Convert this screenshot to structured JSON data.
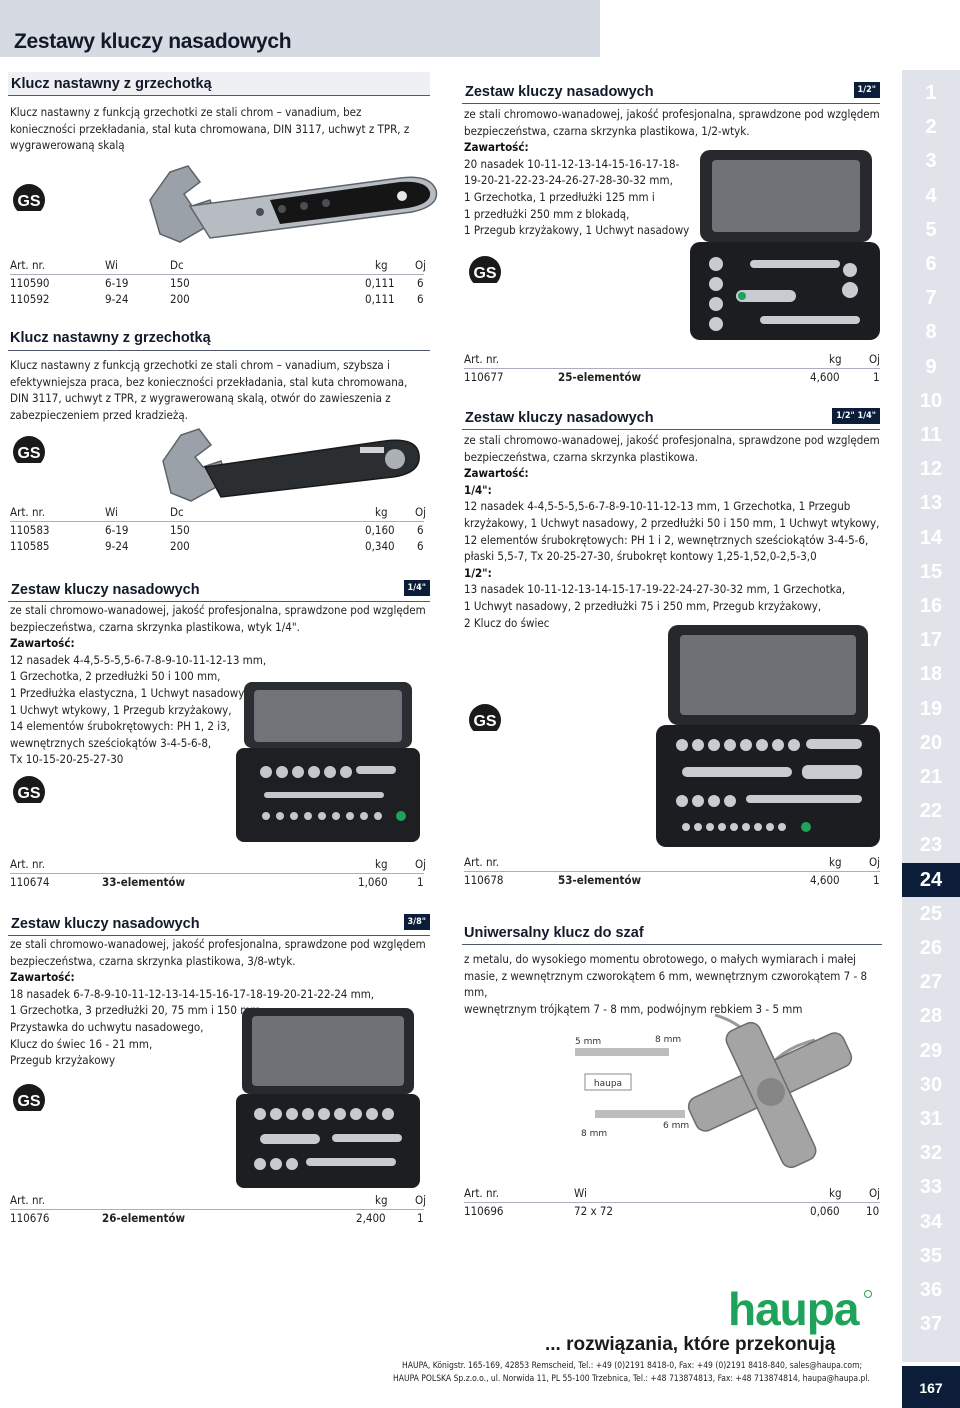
{
  "page": {
    "title": "Zestawy kluczy nasadowych",
    "page_number": "167"
  },
  "nav": {
    "items": [
      "1",
      "2",
      "3",
      "4",
      "5",
      "6",
      "7",
      "8",
      "9",
      "10",
      "11",
      "12",
      "13",
      "14",
      "15",
      "16",
      "17",
      "18",
      "19",
      "20",
      "21",
      "22",
      "23",
      "24",
      "25",
      "26",
      "27",
      "28",
      "29",
      "30",
      "31",
      "32",
      "33",
      "34",
      "35",
      "36",
      "37"
    ],
    "active": "24"
  },
  "colors": {
    "brand_green": "#1fa35a",
    "navy": "#0c1d3a",
    "rail": "#e0e3e9"
  },
  "icons": {
    "gs_mark": "gs-certification-icon",
    "logo": "haupa-logo"
  },
  "wrench1": {
    "title": "Klucz nastawny z grzechotką",
    "desc": "Klucz nastawny z funkcją grzechotki ze stali chrom – vanadium, bez konieczności przekładania, stal kuta chromowana, DIN 3117, uchwyt z TPR, z wygrawerowaną skalą",
    "headers": [
      "Art. nr.",
      "Wi",
      "Dc",
      "kg",
      "Oj"
    ],
    "rows": [
      [
        "110590",
        "6-19",
        "150",
        "0,111",
        "6"
      ],
      [
        "110592",
        "9-24",
        "200",
        "0,111",
        "6"
      ]
    ]
  },
  "wrench2": {
    "title": "Klucz nastawny z grzechotką",
    "desc": "Klucz nastawny z funkcją grzechotki ze stali chrom – vanadium, szybsza i efektywniejsza praca, bez konieczności przekładania, stal kuta chromowana, DIN 3117, uchwyt z TPR, z wygrawerowaną skalą, otwór do zawieszenia z zabezpieczeniem przed kradzieżą.",
    "headers": [
      "Art. nr.",
      "Wi",
      "Dc",
      "kg",
      "Oj"
    ],
    "rows": [
      [
        "110583",
        "6-19",
        "150",
        "0,160",
        "6"
      ],
      [
        "110585",
        "9-24",
        "200",
        "0,340",
        "6"
      ]
    ]
  },
  "set14": {
    "title": "Zestaw kluczy nasadowych",
    "badge": "1/4\"",
    "desc": "ze stali chromowo-wanadowej, jakość profesjonalna, sprawdzone pod względem bezpieczeństwa, czarna skrzynka plastikowa, wtyk 1/4\".",
    "contents_label": "Zawartość:",
    "contents": [
      "12 nasadek 4-4,5-5-5,5-6-7-8-9-10-11-12-13 mm,",
      "1 Grzechotka, 2 przedłużki 50 i 100 mm,",
      "1 Przedłużka elastyczna, 1 Uchwyt nasadowy,",
      "1 Uchwyt wtykowy, 1 Przegub krzyżakowy,",
      "14 elementów śrubokrętowych: PH 1, 2 i3,",
      "wewnętrznych sześciokątów 3-4-5-6-8,",
      "Tx 10-15-20-25-27-30"
    ],
    "headers": [
      "Art. nr.",
      "kg",
      "Oj"
    ],
    "row": [
      "110674",
      "33-elementów",
      "1,060",
      "1"
    ]
  },
  "set38": {
    "title": "Zestaw kluczy nasadowych",
    "badge": "3/8\"",
    "desc": "ze stali chromowo-wanadowej, jakość profesjonalna, sprawdzone pod względem bezpieczeństwa, czarna skrzynka plastikowa, 3/8-wtyk.",
    "contents_label": "Zawartość:",
    "contents": [
      "18 nasadek 6-7-8-9-10-11-12-13-14-15-16-17-18-19-20-21-22-24 mm,",
      "1 Grzechotka, 3 przedłużki 20, 75 mm i 150 mm,",
      "Przystawka do uchwytu nasadowego,",
      "Klucz do świec 16 - 21 mm,",
      "Przegub krzyżakowy"
    ],
    "headers": [
      "Art. nr.",
      "kg",
      "Oj"
    ],
    "row": [
      "110676",
      "26-elementów",
      "2,400",
      "1"
    ]
  },
  "set12": {
    "title": "Zestaw kluczy nasadowych",
    "badge": "1/2\"",
    "desc": "ze stali chromowo-wanadowej, jakość profesjonalna, sprawdzone pod względem bezpieczeństwa, czarna skrzynka plastikowa, 1/2-wtyk.",
    "contents_label": "Zawartość:",
    "contents": [
      "20 nasadek 10-11-12-13-14-15-16-17-18-",
      "19-20-21-22-23-24-26-27-28-30-32 mm,",
      "1 Grzechotka, 1 przedłużki 125 mm i",
      "1 przedłużki 250 mm z blokadą,",
      "1 Przegub krzyżakowy, 1 Uchwyt nasadowy"
    ],
    "headers": [
      "Art. nr.",
      "kg",
      "Oj"
    ],
    "row": [
      "110677",
      "25-elementów",
      "4,600",
      "1"
    ]
  },
  "set14_12": {
    "title": "Zestaw kluczy nasadowych",
    "badge": "1/2\" 1/4\"",
    "desc": "ze stali chromowo-wanadowej, jakość profesjonalna, sprawdzone pod względem bezpieczeństwa, czarna skrzynka plastikowa.",
    "contents_label": "Zawartość:",
    "sub1_label": "1/4\":",
    "sub1": [
      "12 nasadek 4-4,5-5-5,5-6-7-8-9-10-11-12-13 mm, 1 Grzechotka, 1 Przegub",
      "krzyżakowy, 1 Uchwyt nasadowy, 2 przedłużki 50 i 150 mm, 1 Uchwyt wtykowy,",
      "12 elementów śrubokrętowych: PH 1 i 2, wewnętrznych sześciokątów 3-4-5-6,",
      "płaski 5,5-7, Tx 20-25-27-30, śrubokręt kontowy 1,25-1,52,0-2,5-3,0"
    ],
    "sub2_label": "1/2\":",
    "sub2": [
      "13 nasadek 10-11-12-13-14-15-17-19-22-24-27-30-32 mm, 1 Grzechotka,",
      "1 Uchwyt nasadowy, 2 przedłużki 75 i 250 mm, Przegub krzyżakowy,",
      "2 Klucz do świec"
    ],
    "headers": [
      "Art. nr.",
      "kg",
      "Oj"
    ],
    "row": [
      "110678",
      "53-elementów",
      "4,600",
      "1"
    ]
  },
  "cabinet": {
    "title": "Uniwersalny klucz do szaf",
    "desc": [
      "z metalu, do wysokiego momentu obrotowego, o małych wymiarach i małej",
      "masie, z wewnętrznym czworokątem 6 mm, wewnętrznym czworokątem 7 - 8 mm,",
      "wewnętrznym trójkątem 7 - 8 mm, podwójnym rebkiem 3 - 5 mm"
    ],
    "img_labels": [
      "5 mm",
      "8 mm",
      "8 mm",
      "6 mm",
      "haupa"
    ],
    "headers": [
      "Art. nr.",
      "Wi",
      "kg",
      "Oj"
    ],
    "row": [
      "110696",
      "72 x 72",
      "0,060",
      "10"
    ]
  },
  "footer": {
    "logo": "haupa",
    "slogan": "... rozwiązania, które przekonują",
    "line1": "HAUPA, Königstr. 165-169, 42853 Remscheid, Tel.: +49 (0)2191 8418-0, Fax: +49 (0)2191 8418-840, sales@haupa.com;",
    "line2": "HAUPA POLSKA Sp.z.o.o., ul. Norwida 11, PL 55-100 Trzebnica, Tel.: +48 713874813, Fax: +48 713874814, haupa@haupa.pl."
  }
}
